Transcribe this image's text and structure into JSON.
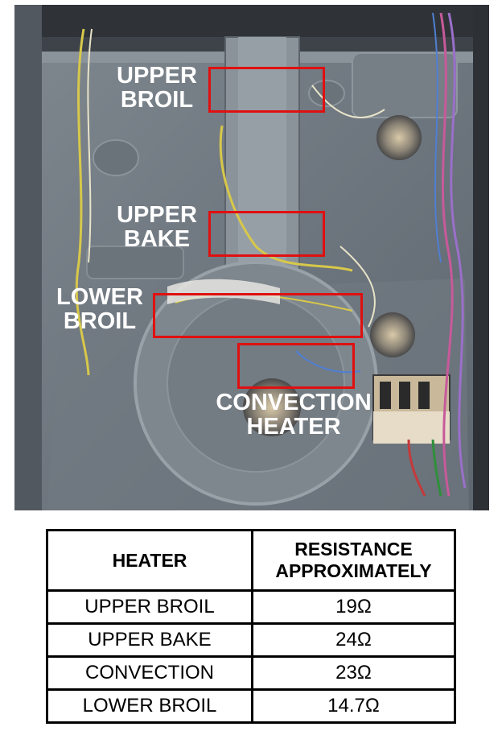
{
  "callouts": [
    {
      "line1": "UPPER",
      "line2": "BROIL"
    },
    {
      "line1": "UPPER",
      "line2": "BAKE"
    },
    {
      "line1": "LOWER",
      "line2": "BROIL"
    },
    {
      "line1": "CONVECTION",
      "line2": "HEATER"
    }
  ],
  "table": {
    "headers": [
      "HEATER",
      "RESISTANCE",
      "APPROXIMATELY"
    ],
    "rows": [
      {
        "heater": "UPPER BROIL",
        "resistance": "19Ω"
      },
      {
        "heater": "UPPER BAKE",
        "resistance": "24Ω"
      },
      {
        "heater": "CONVECTION",
        "resistance": "23Ω"
      },
      {
        "heater": "LOWER BROIL",
        "resistance": "14.7Ω"
      }
    ]
  },
  "colors": {
    "highlight": "#e01010",
    "label_text": "#ffffff",
    "panel": "#6f7780"
  }
}
